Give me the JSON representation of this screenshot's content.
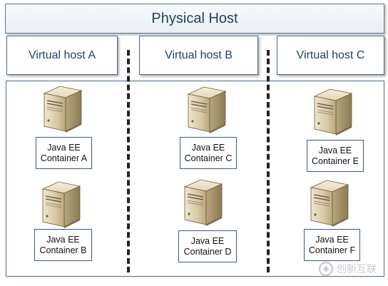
{
  "header": {
    "title": "Physical Host"
  },
  "virtual_hosts": [
    {
      "label": "Virtual host A"
    },
    {
      "label": "Virtual host B"
    },
    {
      "label": "Virtual host C"
    }
  ],
  "containers": [
    {
      "line1": "Java EE",
      "line2": "Container A"
    },
    {
      "line1": "Java EE",
      "line2": "Container B"
    },
    {
      "line1": "Java EE",
      "line2": "Container C"
    },
    {
      "line1": "Java EE",
      "line2": "Container D"
    },
    {
      "line1": "Java EE",
      "line2": "Container E"
    },
    {
      "line1": "Java EE",
      "line2": "Container F"
    }
  ],
  "watermark": {
    "text": "创新互联"
  }
}
